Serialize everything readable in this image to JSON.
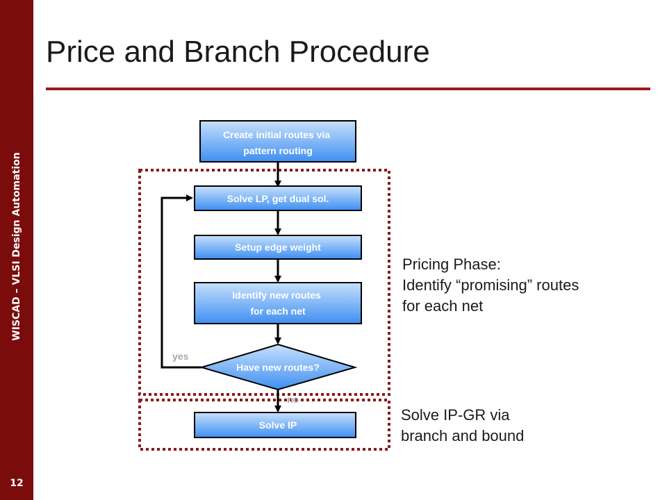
{
  "sidebar": {
    "text": "WISCAD – VLSI Design Automation",
    "slide_number": "12"
  },
  "title": "Price and Branch Procedure",
  "flowchart": {
    "nodes": {
      "create_routes": [
        "Create initial routes via",
        "pattern routing"
      ],
      "solve_lp": [
        "Solve LP, get dual sol."
      ],
      "setup_weight": [
        "Setup edge weight"
      ],
      "identify_routes": [
        "Identify new routes",
        "for each net"
      ],
      "decision": [
        "Have new routes?"
      ],
      "solve_ip": [
        "Solve IP"
      ]
    },
    "edge_labels": {
      "yes": "yes",
      "no": "no"
    }
  },
  "pricing_phase": {
    "lines": [
      "Pricing Phase:",
      "Identify “promising” routes",
      "for each net"
    ]
  },
  "branch_phase": {
    "lines": [
      "Solve IP-GR via",
      "branch and bound"
    ]
  },
  "colors": {
    "sidebar": "#7b0c0c",
    "accent_rule": "#9b1c1c",
    "dotted_border": "#8b1a1a",
    "box_gradient_top": "#c7e0fb",
    "box_gradient_bottom": "#3f8ff2"
  }
}
